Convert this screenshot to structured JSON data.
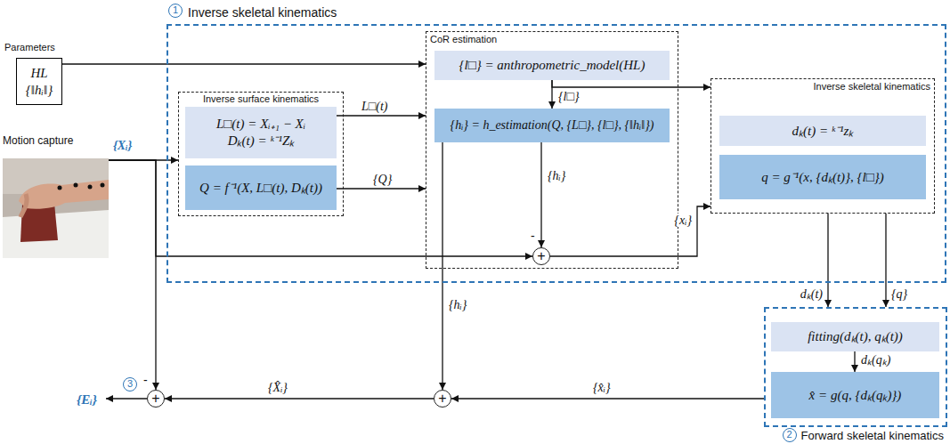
{
  "diagram": {
    "nodes": [
      {
        "text": [
          "Parameters",
          "HL",
          "{‖hᵢ‖}"
        ]
      },
      {
        "text": [
          "1",
          "Inverse skeletal kinematics"
        ]
      },
      {
        "text": [
          "Inverse surface kinematics"
        ],
        "in": 1
      },
      {
        "text": [
          "L□(t) = Xᵢ₊₁ − Xᵢ",
          "Dₖ(t) = ᵏ⁻¹Zₖ"
        ],
        "in": 2
      },
      {
        "text": [
          "Q = f⁻¹(X, L□(t), Dₖ(t))"
        ],
        "in": 2
      },
      {
        "text": [
          "CoR estimation"
        ],
        "in": 1
      },
      {
        "text": [
          "{l□} = anthropometric_model(HL)"
        ],
        "in": 5
      },
      {
        "text": [
          "{hᵢ} = h_estimation(Q, {L□}, {l□}, {‖hᵢ‖})"
        ],
        "in": 5
      },
      {
        "text": [
          "+"
        ],
        "in": 5
      },
      {
        "text": [
          "Inverse skeletal kinematics"
        ],
        "in": 1
      },
      {
        "text": [
          "dₖ(t) = ᵏ⁻¹zₖ"
        ],
        "in": 9
      },
      {
        "text": [
          "q = g⁻¹(x, {dₖ(t)}, {l□})"
        ],
        "in": 9
      },
      {
        "text": [
          "2",
          "Forward skeletal kinematics"
        ]
      },
      {
        "text": [
          "fitting(dₖ(t), qₖ(t))"
        ],
        "in": 12
      },
      {
        "text": [
          "x̂ = g(q, {dₖ(qₖ)})"
        ],
        "in": 12
      },
      {
        "text": [
          "+"
        ]
      },
      {
        "text": [
          "+"
        ]
      },
      {
        "text": [
          "Motion capture"
        ]
      }
    ],
    "edges": [
      {
        "from": 0,
        "to": 5,
        "arrow": "to"
      },
      {
        "from": 17,
        "to": 2,
        "label": "{Xᵢ}",
        "arrow": "to"
      },
      {
        "from": 17,
        "to": 8,
        "arrow": "to"
      },
      {
        "from": 17,
        "to": 16,
        "arrow": "to"
      },
      {
        "from": 3,
        "to": 5,
        "label": "L□(t)",
        "arrow": "to"
      },
      {
        "from": 4,
        "to": 5,
        "label": "{Q}",
        "arrow": "to"
      },
      {
        "from": 6,
        "to": 7,
        "label": "{l□}",
        "arrow": "to"
      },
      {
        "from": 6,
        "to": 9,
        "arrow": "to"
      },
      {
        "from": 7,
        "to": 8,
        "label": "{hᵢ}",
        "arrow": "to"
      },
      {
        "from": 8,
        "to": 9,
        "label": "{xᵢ}",
        "arrow": "to"
      },
      {
        "from": 7,
        "to": 15,
        "label": "{hᵢ}",
        "arrow": "to"
      },
      {
        "from": 9,
        "to": 12,
        "label": "dₖ(t)",
        "arrow": "to"
      },
      {
        "from": 9,
        "to": 12,
        "label": "{q}",
        "arrow": "to"
      },
      {
        "from": 13,
        "to": 14,
        "label": "dₖ(qₖ)",
        "arrow": "to"
      },
      {
        "from": 12,
        "to": 15,
        "label": "{x̂ᵢ}",
        "arrow": "to"
      },
      {
        "from": 15,
        "to": 16,
        "label": "{X̂ᵢ}",
        "arrow": "to"
      }
    ],
    "labels": [
      "-",
      "3",
      "-",
      "{Eᵢ}"
    ]
  }
}
